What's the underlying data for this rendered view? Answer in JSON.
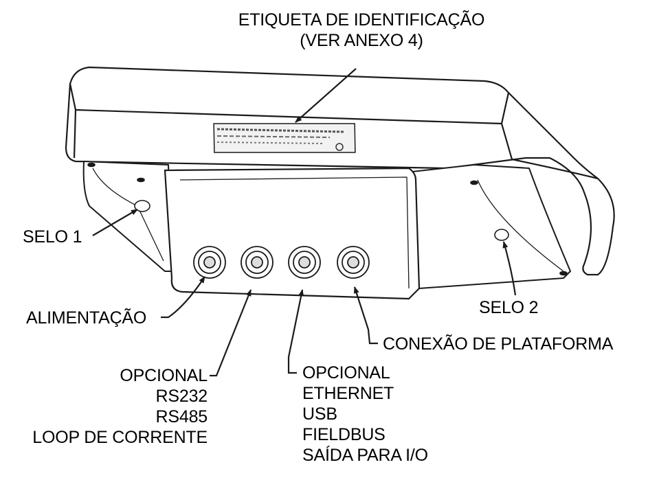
{
  "labels": {
    "etiqueta": [
      "ETIQUETA DE IDENTIFICAÇÃO",
      "(VER ANEXO 4)"
    ],
    "selo1": "SELO 1",
    "selo2": "SELO 2",
    "alimentacao": "ALIMENTAÇÃO",
    "conexao": "CONEXÃO DE PLATAFORMA",
    "opcional_left": [
      "OPCIONAL",
      "RS232",
      "RS485",
      "LOOP DE CORRENTE"
    ],
    "opcional_right": [
      "OPCIONAL",
      "ETHERNET",
      "USB",
      "FIELDBUS",
      "SAÍDA PARA I/O"
    ]
  },
  "colors": {
    "line": "#1a1a1a",
    "fill": "#ffffff",
    "shade": "#e6e6e6"
  }
}
